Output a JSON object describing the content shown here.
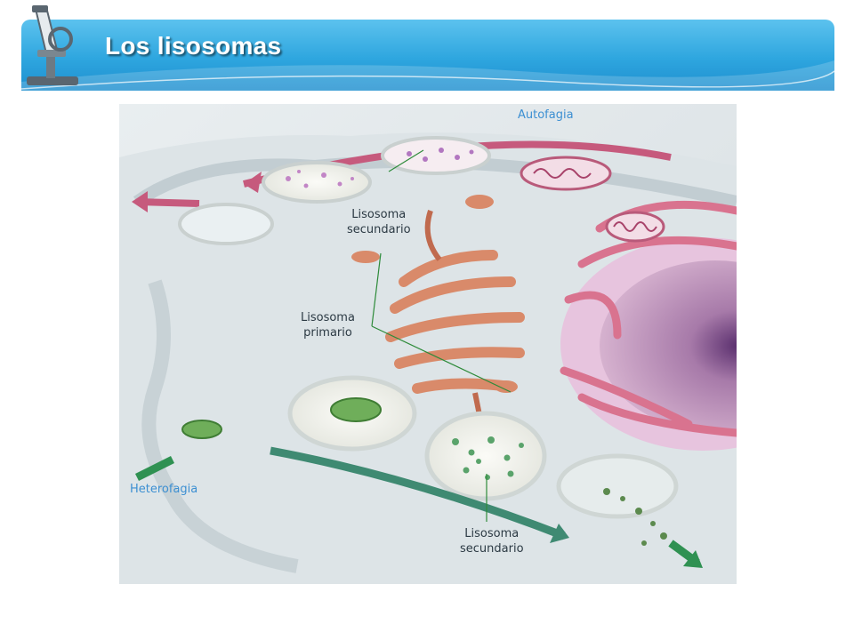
{
  "slide": {
    "title": "Los lisosomas"
  },
  "labels": {
    "autofagia": "Autofagia",
    "heterofagia": "Heterofagia",
    "lisosoma_secundario_top": "Lisosoma\nsecundario",
    "lisosoma_primario": "Lisosoma\nprimario",
    "lisosoma_secundario_bottom": "Lisosoma\nsecundario"
  },
  "colors": {
    "banner": "#2ea6df",
    "label_blue": "#3c8fd2",
    "leader_line": "#2e8b3a",
    "golgi": "#d98a6a",
    "er": "#d9738f",
    "nucleus": "#b97fb0",
    "cell_membrane": "#cfd8dc"
  },
  "icons": [
    "microscope-icon"
  ]
}
